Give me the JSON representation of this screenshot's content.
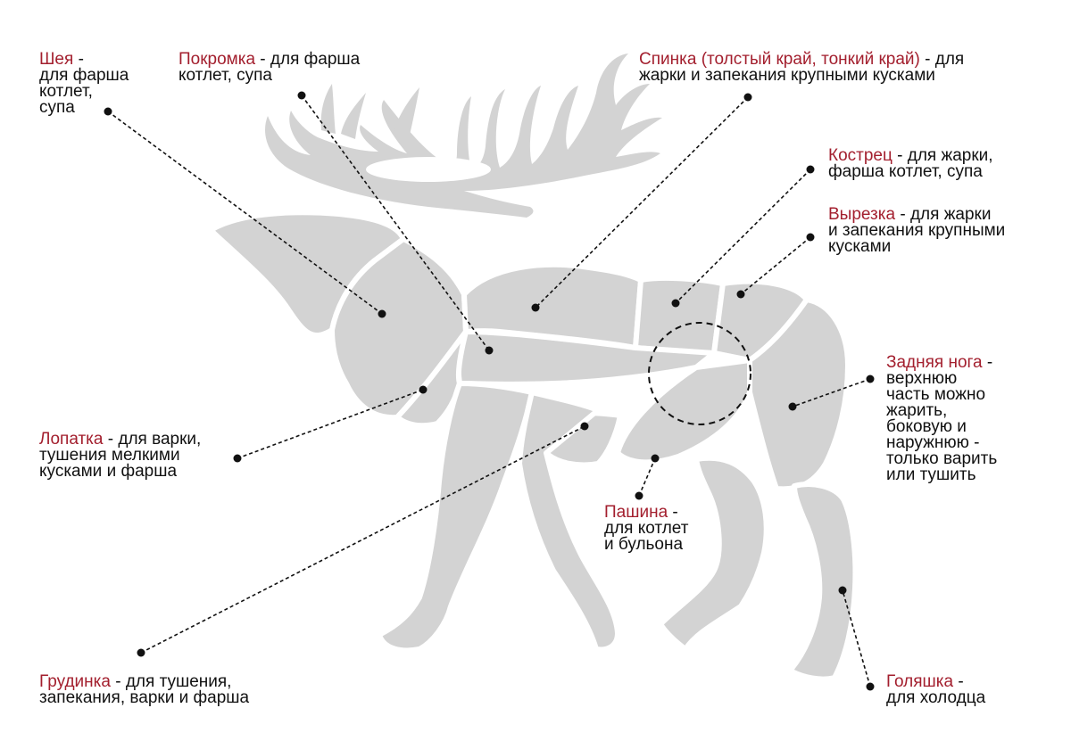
{
  "colors": {
    "cut_name": "#a31f2e",
    "body_fill": "#d3d3d3",
    "text": "#111111",
    "background": "#ffffff"
  },
  "labels": {
    "neck": {
      "name": "Шея",
      "desc": "-\nдля фарша\nкотлет,\nсупа"
    },
    "flank_top": {
      "name": "Покромка",
      "desc": " - для фарша\nкотлет, супа"
    },
    "back": {
      "name": "Спинка (толстый край, тонкий край)",
      "desc": " - для\nжарки и запекания крупными кусками"
    },
    "rump": {
      "name": "Кострец",
      "desc": " - для жарки,\nфарша котлет, супа"
    },
    "tenderloin": {
      "name": "Вырезка",
      "desc": " - для жарки\nи запекания крупными\nкусками"
    },
    "hind_leg": {
      "name": "Задняя нога",
      "desc": " -\nверхнюю\nчасть можно\nжарить,\nбоковую и\nнаружнюю -\nтолько варить\nили тушить"
    },
    "shoulder": {
      "name": "Лопатка",
      "desc": " - для варки,\nтушения мелкими\nкусками и фарша"
    },
    "flank": {
      "name": "Пашина",
      "desc": " -\nдля котлет\nи бульона"
    },
    "brisket": {
      "name": "Грудинка",
      "desc": " - для тушения,\nзапекания, варки и фарша"
    },
    "shank": {
      "name": "Голяшка",
      "desc": " -\nдля холодца"
    }
  }
}
